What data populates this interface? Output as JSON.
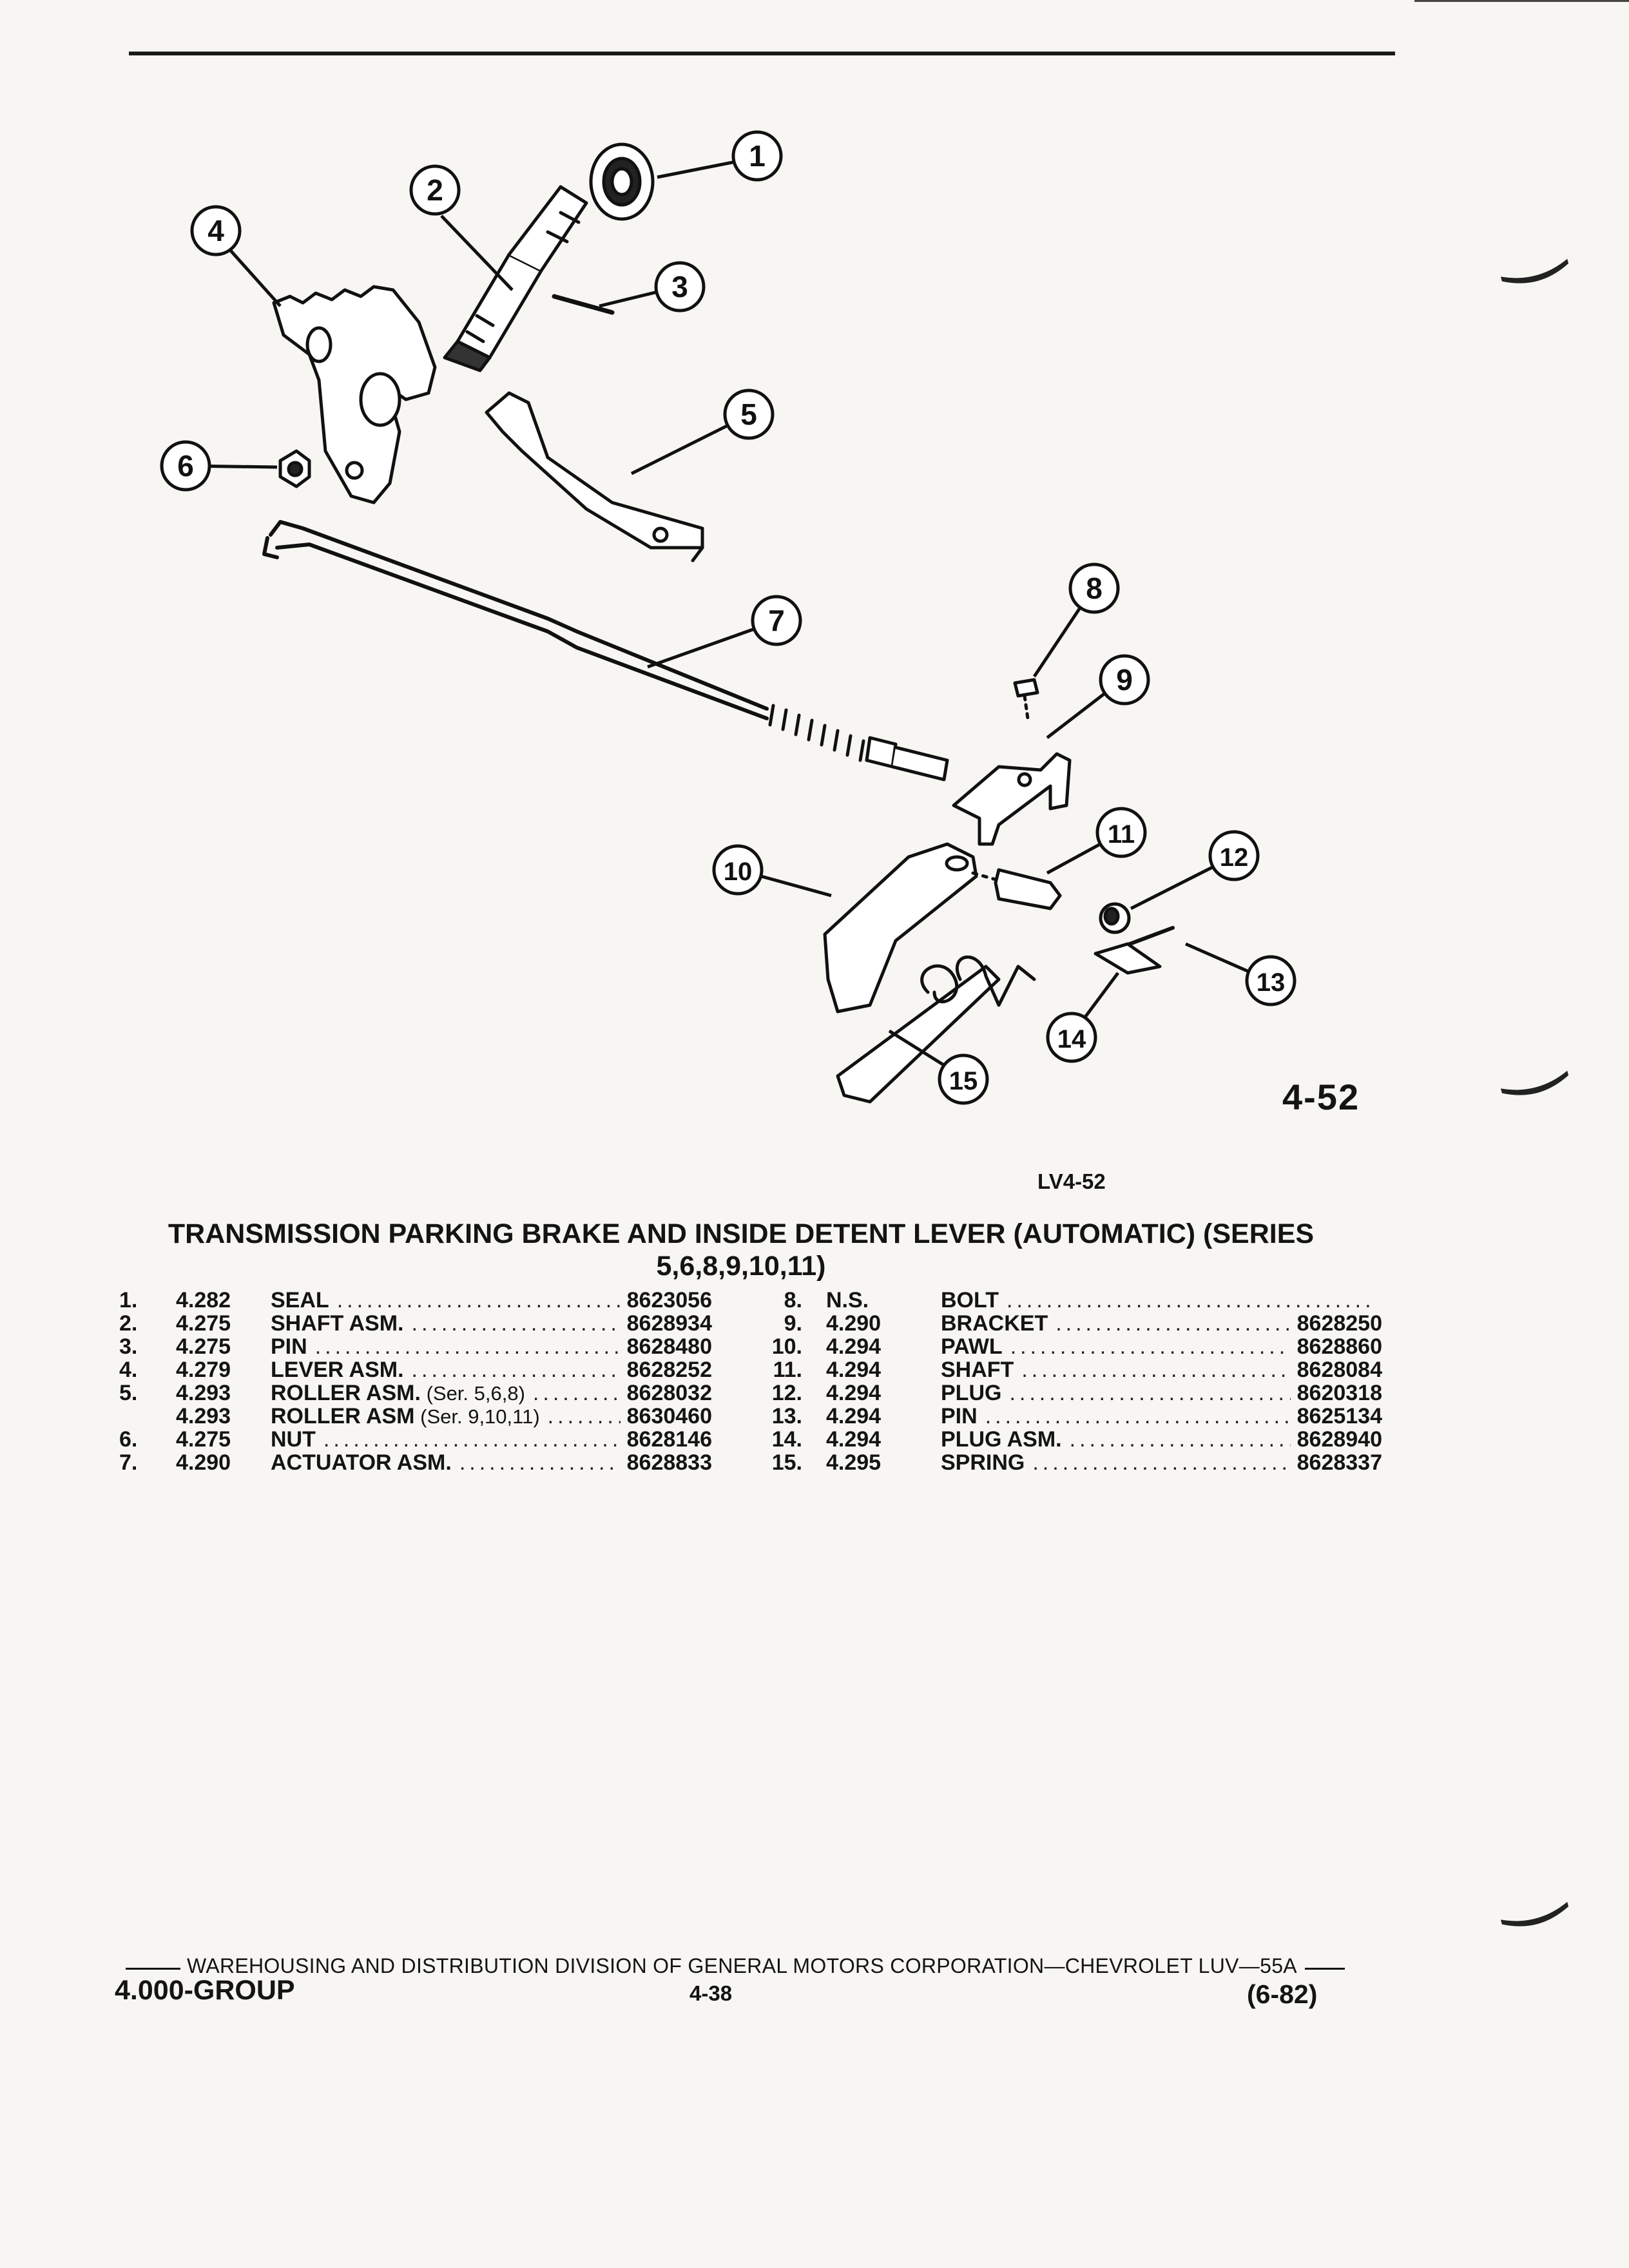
{
  "figure": {
    "number": "4-52",
    "code": "LV4-52",
    "callouts": [
      "1",
      "2",
      "3",
      "4",
      "5",
      "6",
      "7",
      "8",
      "9",
      "10",
      "11",
      "12",
      "13",
      "14",
      "15"
    ]
  },
  "title": {
    "line1": "TRANSMISSION PARKING BRAKE AND INSIDE DETENT LEVER (AUTOMATIC) (SERIES",
    "line2": "5,6,8,9,10,11)"
  },
  "parts_left": [
    {
      "no": "1.",
      "group": "4.282",
      "name": "SEAL",
      "note": "",
      "part": "8623056"
    },
    {
      "no": "2.",
      "group": "4.275",
      "name": "SHAFT ASM.",
      "note": "",
      "part": "8628934"
    },
    {
      "no": "3.",
      "group": "4.275",
      "name": "PIN",
      "note": "",
      "part": "8628480"
    },
    {
      "no": "4.",
      "group": "4.279",
      "name": "LEVER ASM.",
      "note": "",
      "part": "8628252"
    },
    {
      "no": "5.",
      "group": "4.293",
      "name": "ROLLER ASM.",
      "note": " (Ser. 5,6,8)",
      "part": "8628032"
    },
    {
      "no": "",
      "group": "4.293",
      "name": "ROLLER ASM",
      "note": " (Ser. 9,10,11)",
      "part": "8630460"
    },
    {
      "no": "6.",
      "group": "4.275",
      "name": "NUT",
      "note": "",
      "part": "8628146"
    },
    {
      "no": "7.",
      "group": "4.290",
      "name": "ACTUATOR ASM.",
      "note": "",
      "part": "8628833"
    }
  ],
  "parts_right": [
    {
      "no": "8.",
      "group": "N.S.",
      "name": "BOLT",
      "note": "",
      "part": ""
    },
    {
      "no": "9.",
      "group": "4.290",
      "name": "BRACKET",
      "note": "",
      "part": "8628250"
    },
    {
      "no": "10.",
      "group": "4.294",
      "name": "PAWL",
      "note": "",
      "part": "8628860"
    },
    {
      "no": "11.",
      "group": "4.294",
      "name": "SHAFT",
      "note": "",
      "part": "8628084"
    },
    {
      "no": "12.",
      "group": "4.294",
      "name": "PLUG",
      "note": "",
      "part": "8620318"
    },
    {
      "no": "13.",
      "group": "4.294",
      "name": "PIN",
      "note": "",
      "part": "8625134"
    },
    {
      "no": "14.",
      "group": "4.294",
      "name": "PLUG ASM.",
      "note": "",
      "part": "8628940"
    },
    {
      "no": "15.",
      "group": "4.295",
      "name": "SPRING",
      "note": "",
      "part": "8628337"
    }
  ],
  "footer": {
    "line": "WAREHOUSING AND DISTRIBUTION DIVISION OF GENERAL MOTORS CORPORATION—CHEVROLET LUV—55A",
    "group": "4.000-GROUP",
    "page": "4-38",
    "date": "(6-82)"
  }
}
